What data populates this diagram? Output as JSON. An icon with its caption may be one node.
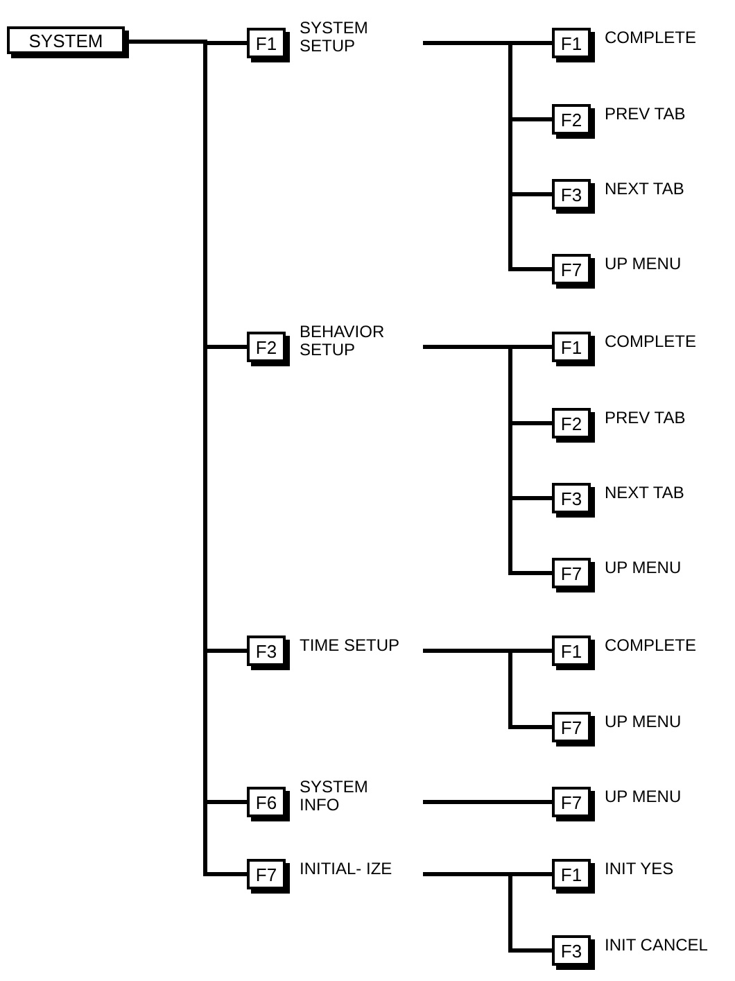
{
  "diagram": {
    "nodes": [
      {
        "text": [
          "SYSTEM"
        ]
      },
      {
        "text": [
          "F1",
          "SYSTEM SETUP"
        ]
      },
      {
        "text": [
          "F1",
          "COMPLETE"
        ]
      },
      {
        "text": [
          "F2",
          "PREV TAB"
        ]
      },
      {
        "text": [
          "F3",
          "NEXT TAB"
        ]
      },
      {
        "text": [
          "F7",
          "UP MENU"
        ]
      },
      {
        "text": [
          "F2",
          "BEHAVIOR SETUP"
        ]
      },
      {
        "text": [
          "F1",
          "COMPLETE"
        ]
      },
      {
        "text": [
          "F2",
          "PREV TAB"
        ]
      },
      {
        "text": [
          "F3",
          "NEXT TAB"
        ]
      },
      {
        "text": [
          "F7",
          "UP MENU"
        ]
      },
      {
        "text": [
          "F3",
          "TIME SETUP"
        ]
      },
      {
        "text": [
          "F1",
          "COMPLETE"
        ]
      },
      {
        "text": [
          "F7",
          "UP MENU"
        ]
      },
      {
        "text": [
          "F6",
          "SYSTEM INFO"
        ]
      },
      {
        "text": [
          "F7",
          "UP MENU"
        ]
      },
      {
        "text": [
          "F7",
          "INITIAL- IZE"
        ]
      },
      {
        "text": [
          "F1",
          "INIT YES"
        ]
      },
      {
        "text": [
          "F3",
          "INIT CANCEL"
        ]
      }
    ],
    "edges": [
      {
        "from": 0,
        "to": 1,
        "arrow": "none"
      },
      {
        "from": 0,
        "to": 6,
        "arrow": "none"
      },
      {
        "from": 0,
        "to": 11,
        "arrow": "none"
      },
      {
        "from": 0,
        "to": 14,
        "arrow": "none"
      },
      {
        "from": 0,
        "to": 16,
        "arrow": "none"
      },
      {
        "from": 1,
        "to": 2,
        "arrow": "none"
      },
      {
        "from": 1,
        "to": 3,
        "arrow": "none"
      },
      {
        "from": 1,
        "to": 4,
        "arrow": "none"
      },
      {
        "from": 1,
        "to": 5,
        "arrow": "none"
      },
      {
        "from": 6,
        "to": 7,
        "arrow": "none"
      },
      {
        "from": 6,
        "to": 8,
        "arrow": "none"
      },
      {
        "from": 6,
        "to": 9,
        "arrow": "none"
      },
      {
        "from": 6,
        "to": 10,
        "arrow": "none"
      },
      {
        "from": 11,
        "to": 12,
        "arrow": "none"
      },
      {
        "from": 11,
        "to": 13,
        "arrow": "none"
      },
      {
        "from": 14,
        "to": 15,
        "arrow": "none"
      },
      {
        "from": 16,
        "to": 17,
        "arrow": "none"
      },
      {
        "from": 16,
        "to": 18,
        "arrow": "none"
      }
    ]
  }
}
